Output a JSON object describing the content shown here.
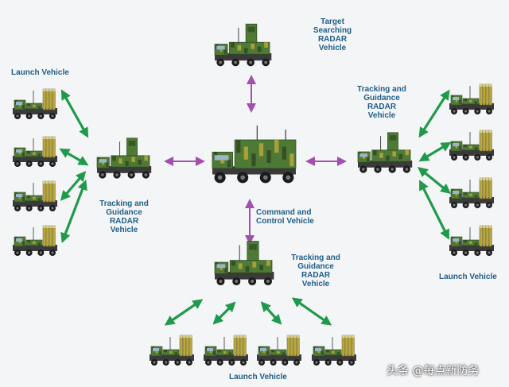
{
  "labels": {
    "target_radar": "Target\nSearching\nRADAR\nVehicle",
    "tracking_left": "Tracking and\nGuidance\nRADAR\nVehicle",
    "tracking_right": "Tracking and\nGuidance\nRADAR\nVehicle",
    "tracking_bottom": "Tracking and\nGuidance\nRADAR\nVehicle",
    "command": "Command and\nControl Vehicle",
    "launch_left": "Launch Vehicle",
    "launch_right": "Launch Vehicle",
    "launch_bottom": "Launch Vehicle"
  },
  "watermark": "头条 @每点新防务",
  "colors": {
    "label": "#1f5e86",
    "radar_link_arrow": "#a24fb0",
    "launcher_link_arrow": "#1f9a4a",
    "camo_green": "#4f7a35",
    "camo_yellow": "#b9a73c",
    "camo_dark": "#2f4a22"
  },
  "icons": {
    "launcher": "missile-launcher-truck-icon",
    "radar": "radar-truck-icon",
    "command": "command-truck-icon"
  }
}
